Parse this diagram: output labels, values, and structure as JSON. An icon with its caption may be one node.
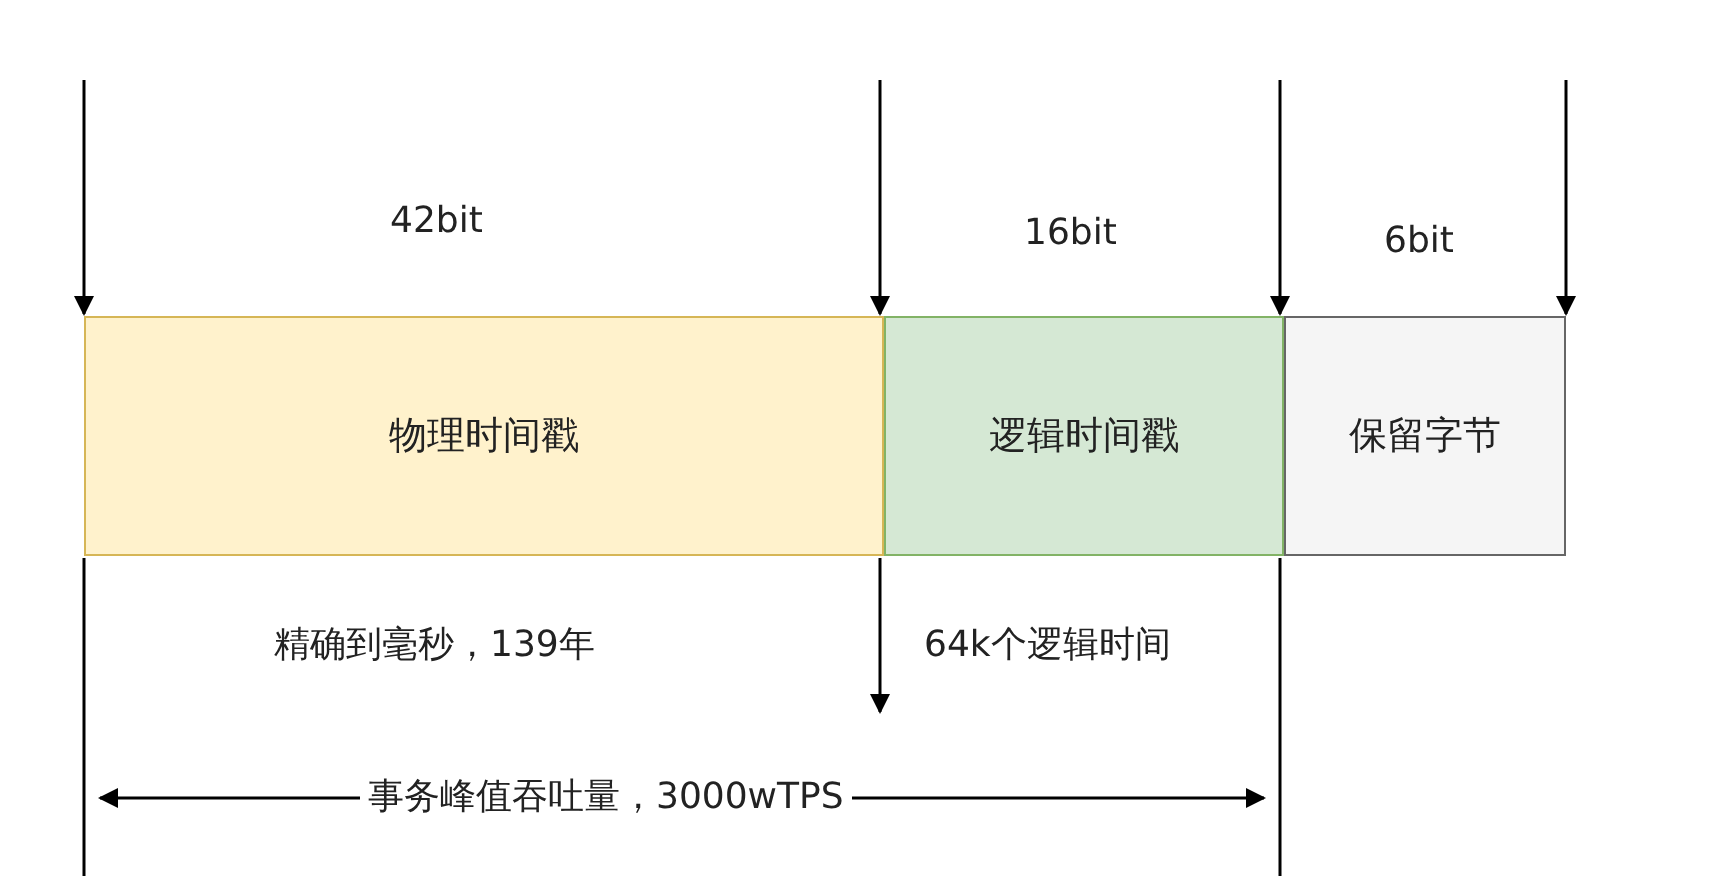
{
  "diagram": {
    "nodes": [
      {
        "text": [
          "物理时间戳"
        ]
      },
      {
        "text": [
          "逻辑时间戳"
        ]
      },
      {
        "text": [
          "保留字节"
        ]
      }
    ],
    "labels": [
      "42bit",
      "16bit",
      "6bit",
      "精确到毫秒，139年",
      "64k个逻辑时间",
      "事务峰值吞吐量，3000wTPS"
    ]
  }
}
